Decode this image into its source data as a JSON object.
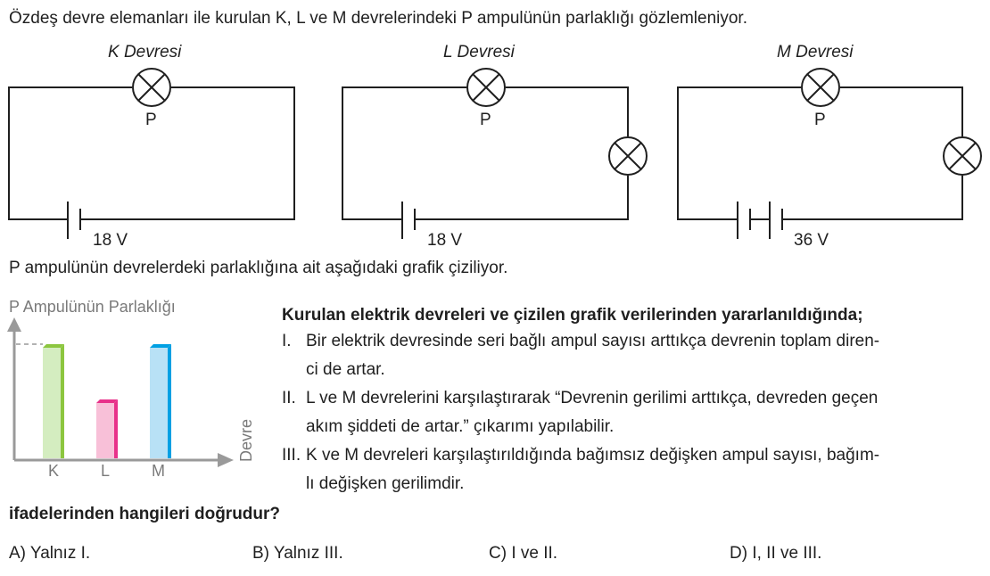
{
  "intro": "Özdeş devre elemanları ile kurulan K, L ve M devrelerindeki P ampulünün parlaklığı gözlemleniyor.",
  "circuits": [
    {
      "title": "K Devresi",
      "lamp_label": "P",
      "voltage": "18 V",
      "extra_lamps": 0,
      "cells": 1
    },
    {
      "title": "L Devresi",
      "lamp_label": "P",
      "voltage": "18 V",
      "extra_lamps": 1,
      "cells": 1
    },
    {
      "title": "M Devresi",
      "lamp_label": "P",
      "voltage": "36 V",
      "extra_lamps": 1,
      "cells": 2
    }
  ],
  "graph_intro": "P ampulünün devrelerdeki parlaklığına ait aşağıdaki grafik çiziliyor.",
  "chart_data": {
    "type": "bar",
    "ylabel": "P Ampulünün Parlaklığı",
    "xlabel": "Devre",
    "categories": [
      "K",
      "L",
      "M"
    ],
    "values": [
      2,
      1,
      2
    ],
    "colors": [
      "#d4edc0",
      "#f8c0d8",
      "#b8e1f6"
    ],
    "edge_colors": [
      "#8cc63f",
      "#e8318a",
      "#00a0e3"
    ]
  },
  "question": {
    "heading": "Kurulan elektrik devreleri ve çizilen grafik verilerinden yararlanıldığında;",
    "statements": [
      {
        "num": "I.",
        "lines": [
          "Bir elektrik devresinde seri bağlı ampul sayısı arttıkça devrenin toplam diren-",
          "ci de artar."
        ]
      },
      {
        "num": "II.",
        "lines": [
          "L ve M devrelerini karşılaştırarak “Devrenin gerilimi arttıkça, devreden geçen",
          "akım şiddeti de artar.” çıkarımı yapılabilir."
        ]
      },
      {
        "num": "III.",
        "lines": [
          "K ve M devreleri karşılaştırıldığında bağımsız değişken ampul sayısı, bağım-",
          "lı değişken gerilimdir."
        ]
      }
    ],
    "ask": "ifadelerinden hangileri doğrudur?",
    "options": [
      "A) Yalnız I.",
      "B) Yalnız III.",
      "C) I ve II.",
      "D) I, II ve III."
    ]
  }
}
